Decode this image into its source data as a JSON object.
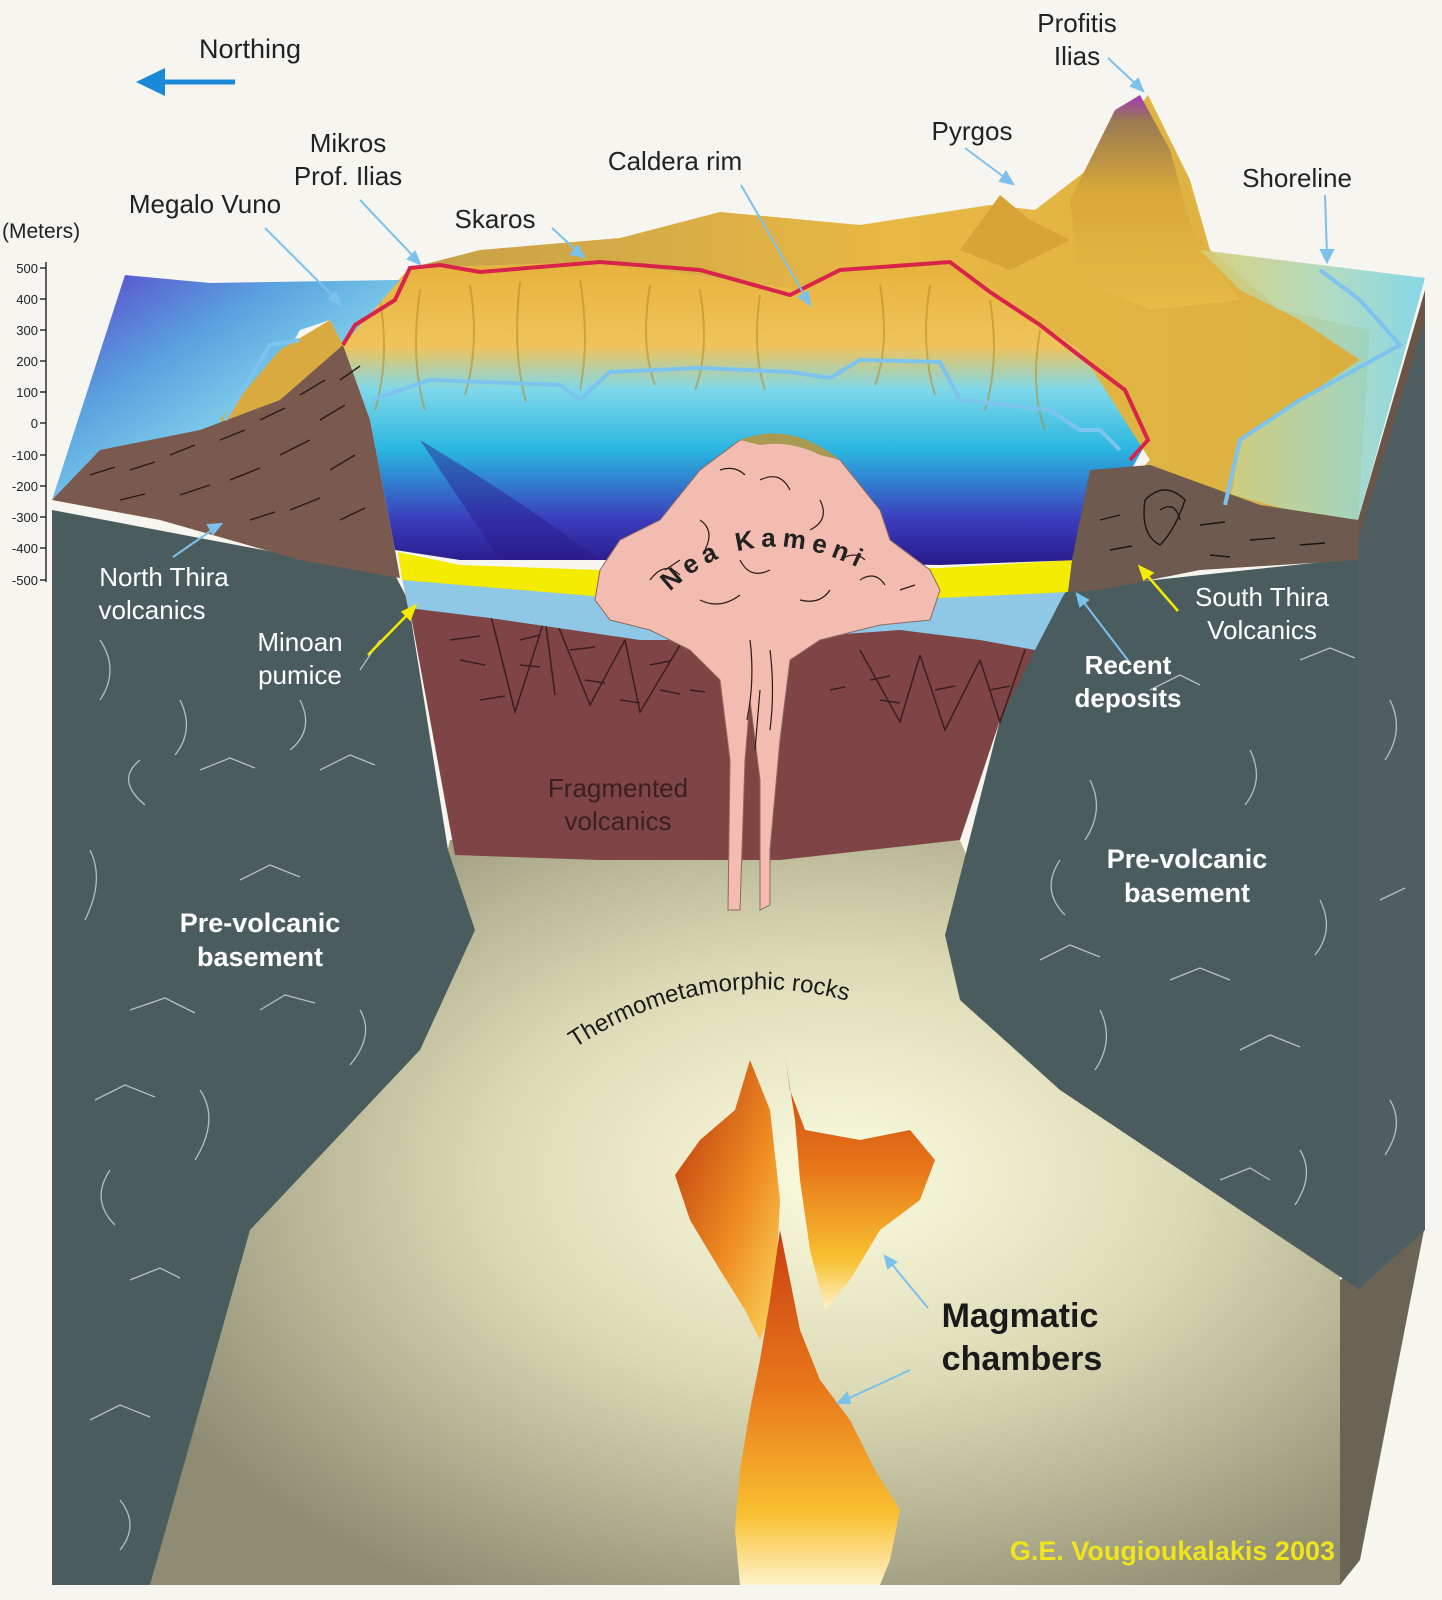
{
  "direction": {
    "label": "Northing",
    "arrow_icon": "arrow-left-icon",
    "color": "#1a8ad8"
  },
  "scale": {
    "unit_label": "(Meters)",
    "ticks": [
      "500",
      "400",
      "300",
      "200",
      "100",
      "0",
      "-100",
      "-200",
      "-300",
      "-400",
      "-500"
    ]
  },
  "peaks": {
    "profitis_line1": "Profitis",
    "profitis_line2": "Ilias",
    "pyrgos": "Pyrgos",
    "shoreline": "Shoreline",
    "caldera_rim": "Caldera rim",
    "skaros": "Skaros",
    "mikros_line1": "Mikros",
    "mikros_line2": "Prof. Ilias",
    "megalo_vuno": "Megalo Vuno"
  },
  "units": {
    "north_thira_line1": "North Thira",
    "north_thira_line2": "volcanics",
    "minoan_line1": "Minoan",
    "minoan_line2": "pumice",
    "south_thira_line1": "South Thira",
    "south_thira_line2": "Volcanics",
    "recent_line1": "Recent",
    "recent_line2": "deposits",
    "nea_kameni": "Nea Kameni",
    "fragmented_line1": "Fragmented",
    "fragmented_line2": "volcanics",
    "basement_left_line1": "Pre-volcanic",
    "basement_left_line2": "basement",
    "basement_right_line1": "Pre-volcanic",
    "basement_right_line2": "basement",
    "thermo": "Thermometamorphic  rocks",
    "magmatic_line1": "Magmatic",
    "magmatic_line2": "chambers"
  },
  "credit": "G.E. Vougioukalakis 2003",
  "colors": {
    "rim": "#d8234a",
    "shoreline": "#7cc4ee",
    "basement": "#4b5c5f",
    "fragmented": "#7f4446",
    "pumice": "#f4ec00",
    "recent": "#8ec8e6",
    "nea_kameni": "#f3bcb0",
    "credit": "#f0e41a"
  }
}
